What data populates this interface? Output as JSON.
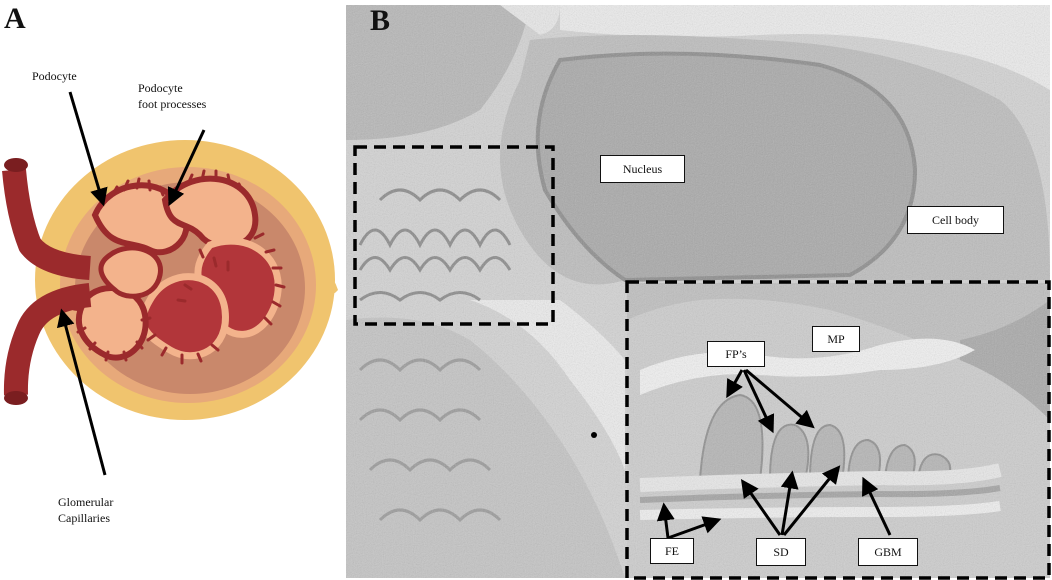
{
  "panel_a": {
    "letter": "A",
    "labels": {
      "podocyte": "Podocyte",
      "foot_processes_line1": "Podocyte",
      "foot_processes_line2": "foot processes",
      "glomerular_line1": "Glomerular",
      "glomerular_line2": "Capillaries"
    }
  },
  "panel_b": {
    "letter": "B",
    "labels": {
      "nucleus": "Nucleus",
      "cell_body": "Cell body",
      "mp": "MP",
      "fps": "FP’s",
      "fe": "FE",
      "sd": "SD",
      "gbm": "GBM"
    }
  },
  "colors": {
    "capsule": "#f0c46e",
    "capillary": "#9b2a2c",
    "podocyte": "#f3b38c",
    "micrograph": "#c9c9c9"
  }
}
